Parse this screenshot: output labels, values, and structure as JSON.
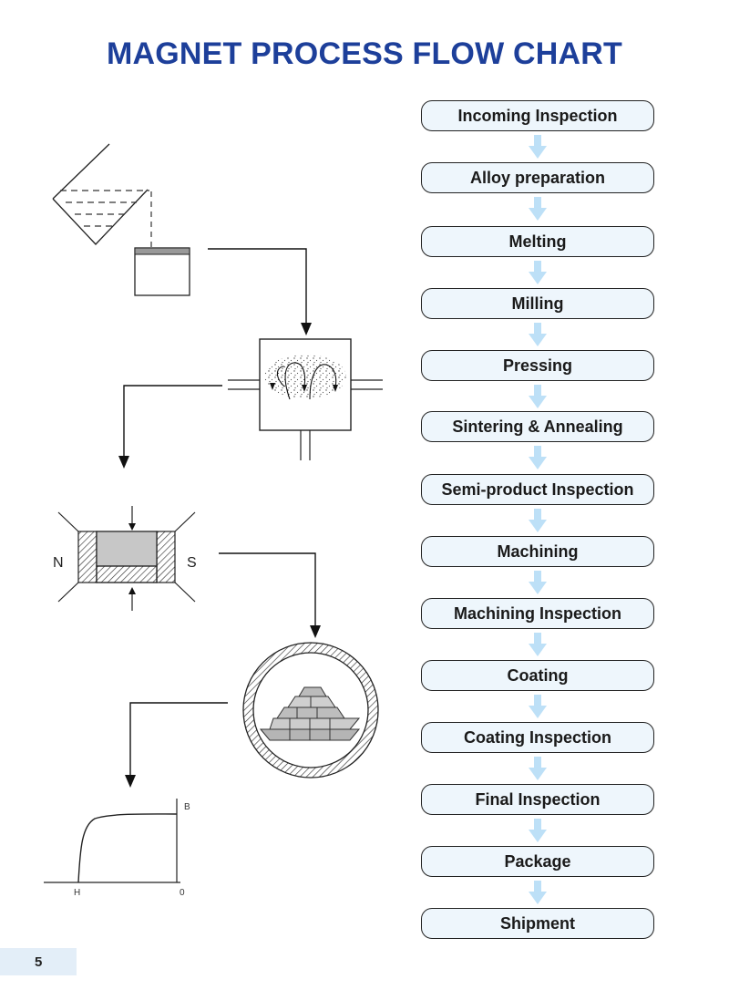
{
  "title": "MAGNET PROCESS FLOW CHART",
  "steps": [
    "Incoming Inspection",
    "Alloy preparation",
    "Melting",
    "Milling",
    "Pressing",
    "Sintering & Annealing",
    "Semi-product Inspection",
    "Machining",
    "Machining Inspection",
    "Coating",
    "Coating Inspection",
    "Final Inspection",
    "Package",
    "Shipment"
  ],
  "labels": {
    "north": "N",
    "south": "S",
    "b_axis": "B",
    "h_axis": "H",
    "zero": "0"
  },
  "page_number": "5",
  "colors": {
    "title": "#1d3f9a",
    "step_fill": "#eef6fc",
    "step_arrow": "#bde0f7"
  }
}
